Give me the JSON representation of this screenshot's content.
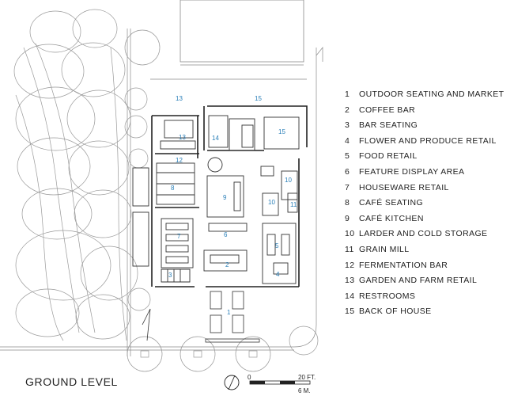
{
  "caption": "GROUND LEVEL",
  "legend": [
    {
      "num": "1",
      "text": "OUTDOOR SEATING AND MARKET"
    },
    {
      "num": "2",
      "text": "COFFEE BAR"
    },
    {
      "num": "3",
      "text": "BAR SEATING"
    },
    {
      "num": "4",
      "text": "FLOWER AND PRODUCE RETAIL"
    },
    {
      "num": "5",
      "text": "FOOD RETAIL"
    },
    {
      "num": "6",
      "text": "FEATURE DISPLAY AREA"
    },
    {
      "num": "7",
      "text": "HOUSEWARE RETAIL"
    },
    {
      "num": "8",
      "text": "CAFÉ SEATING"
    },
    {
      "num": "9",
      "text": "CAFÉ KITCHEN"
    },
    {
      "num": "10",
      "text": "LARDER AND COLD STORAGE"
    },
    {
      "num": "11",
      "text": "GRAIN MILL"
    },
    {
      "num": "12",
      "text": "FERMENTATION BAR"
    },
    {
      "num": "13",
      "text": "GARDEN AND FARM RETAIL"
    },
    {
      "num": "14",
      "text": "RESTROOMS"
    },
    {
      "num": "15",
      "text": "BACK OF HOUSE"
    }
  ],
  "plan_labels": {
    "l1": "1",
    "l2": "2",
    "l3": "3",
    "l4": "4",
    "l5": "5",
    "l6": "6",
    "l7": "7",
    "l8": "8",
    "l9": "9",
    "l10a": "10",
    "l10b": "10",
    "l11": "11",
    "l12": "12",
    "l13a": "13",
    "l13b": "13",
    "l14": "14",
    "l15a": "15",
    "l15b": "15"
  },
  "scale": {
    "zero": "0",
    "feet": "20 FT.",
    "meters": "6 M."
  },
  "colors": {
    "label": "#2a7fb8",
    "line": "#222222",
    "thin": "#8a8a8a"
  }
}
